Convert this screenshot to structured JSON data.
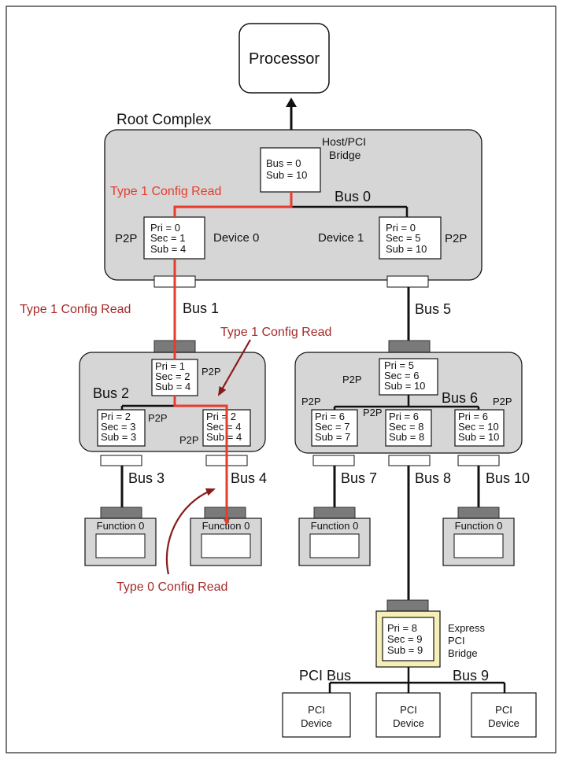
{
  "processor": {
    "label": "Processor"
  },
  "root_complex": {
    "label": "Root Complex"
  },
  "host_bridge": {
    "title_line1": "Host/PCI",
    "title_line2": "Bridge",
    "lines": [
      "Bus = 0",
      "Sub = 10"
    ]
  },
  "p2p_label": "P2P",
  "rc_devices": [
    {
      "label": "Device 0",
      "lines": [
        "Pri = 0",
        "Sec = 1",
        "Sub = 4"
      ]
    },
    {
      "label": "Device 1",
      "lines": [
        "Pri = 0",
        "Sec = 5",
        "Sub = 10"
      ]
    }
  ],
  "buses": {
    "bus0": "Bus 0",
    "bus1": "Bus 1",
    "bus2": "Bus 2",
    "bus3": "Bus 3",
    "bus4": "Bus 4",
    "bus5": "Bus 5",
    "bus6": "Bus 6",
    "bus7": "Bus 7",
    "bus8": "Bus 8",
    "bus9": "Bus 9",
    "bus10": "Bus 10",
    "pci_bus": "PCI Bus"
  },
  "left_switch": {
    "upstream": [
      "Pri = 1",
      "Sec = 2",
      "Sub = 4"
    ],
    "down_a": [
      "Pri = 2",
      "Sec = 3",
      "Sub = 3"
    ],
    "down_b": [
      "Pri = 2",
      "Sec = 4",
      "Sub = 4"
    ]
  },
  "right_switch": {
    "upstream": [
      "Pri = 5",
      "Sec = 6",
      "Sub = 10"
    ],
    "down_a": [
      "Pri = 6",
      "Sec = 7",
      "Sub = 7"
    ],
    "down_b": [
      "Pri = 6",
      "Sec = 8",
      "Sub = 8"
    ],
    "down_c": [
      "Pri = 6",
      "Sec = 10",
      "Sub = 10"
    ]
  },
  "function_label": "Function 0",
  "pci_bridge": {
    "lines": [
      "Pri = 8",
      "Sec = 9",
      "Sub = 9"
    ],
    "title": [
      "Express",
      "PCI",
      "Bridge"
    ]
  },
  "pci_device_label": [
    "PCI",
    "Device"
  ],
  "annotations": {
    "type1_a": "Type 1 Config Read",
    "type1_b": "Type 1 Config Read",
    "type1_c": "Type 1 Config Read",
    "type0": "Type 0 Config Read"
  },
  "colors": {
    "red": "#e53c2e",
    "label_red": "#a52a2a",
    "grey_fill": "#d6d6d6",
    "port": "#7a7a7a",
    "yellow": "#f5f0b8"
  }
}
